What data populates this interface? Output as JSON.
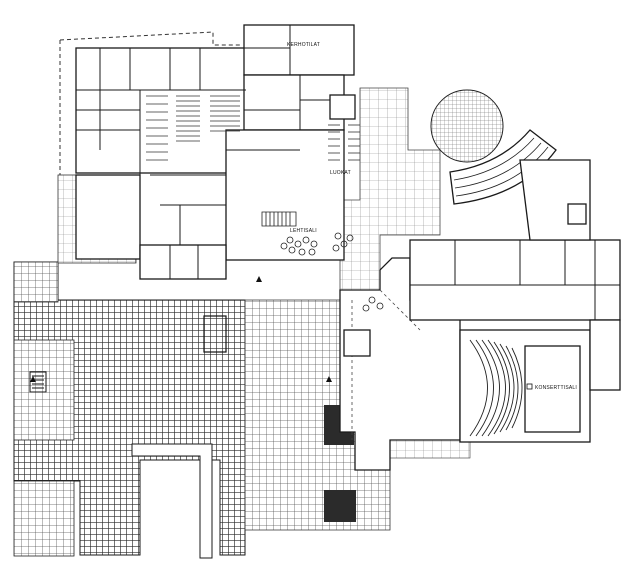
{
  "labels": {
    "kerhotilat": "KERHOTILAT",
    "luokat": "LUOKAT",
    "lehtisali": "LEHTISALI",
    "konserttisali": "KONSERTTISALI"
  },
  "colors": {
    "ink": "#1a1a1a",
    "paper": "#ffffff",
    "dark_paving": "#3a3a3a",
    "light_paving": "#9a9a9a"
  }
}
